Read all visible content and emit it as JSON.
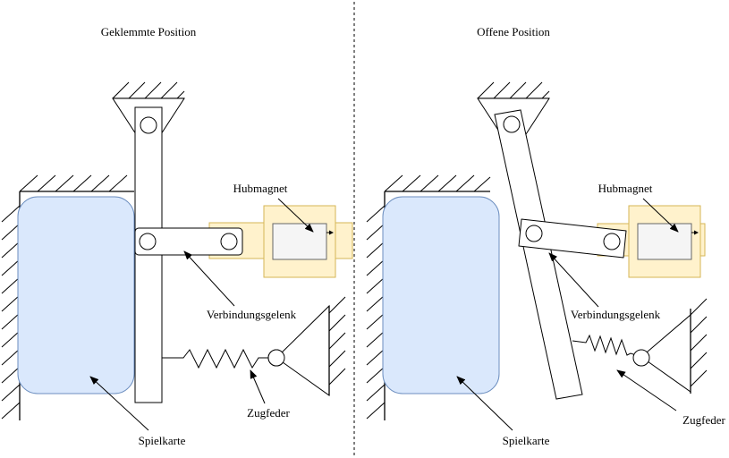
{
  "left_panel": {
    "title": "Geklemmte Position",
    "labels": {
      "magnet": "Hubmagnet",
      "link": "Verbindungsgelenk",
      "spring": "Zugfeder",
      "card": "Spielkarte"
    }
  },
  "right_panel": {
    "title": "Offene Position",
    "labels": {
      "magnet": "Hubmagnet",
      "link": "Verbindungsgelenk",
      "spring": "Zugfeder",
      "card": "Spielkarte"
    }
  },
  "colors": {
    "card_fill": "#dae8fc",
    "card_stroke": "#6c8ebf",
    "magnet_fill": "#fff2cc",
    "magnet_stroke": "#d6b656",
    "plunger_fill": "#f5f5f5",
    "line": "#000000"
  }
}
